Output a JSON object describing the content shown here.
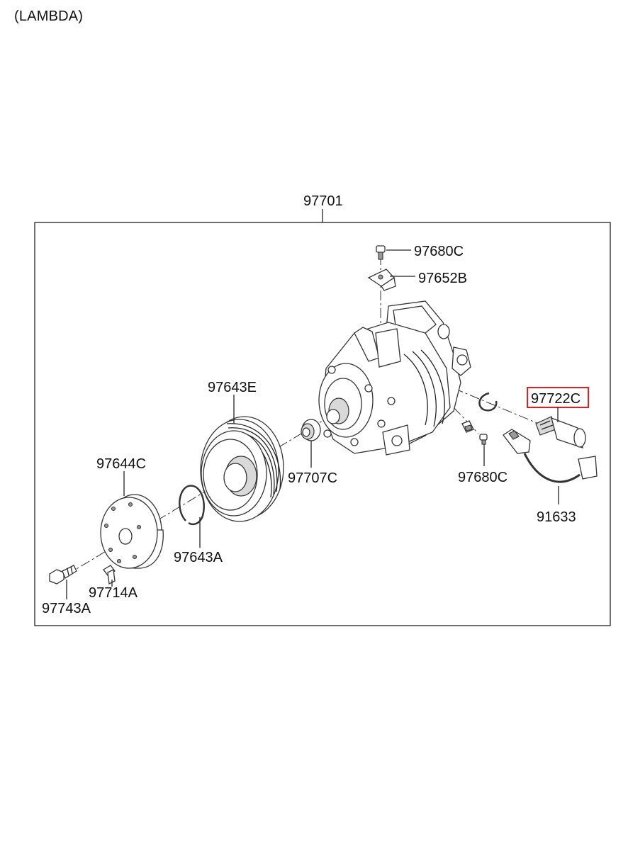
{
  "header": {
    "label": "(LAMBDA)"
  },
  "assembly": {
    "number": "97701"
  },
  "callouts": {
    "p97680C_top": "97680C",
    "p97652B": "97652B",
    "p97722C": "97722C",
    "p97643E": "97643E",
    "p97644C": "97644C",
    "p97707C": "97707C",
    "p97680C_bottom": "97680C",
    "p91633": "91633",
    "p97643A": "97643A",
    "p97714A": "97714A",
    "p97743A": "97743A"
  },
  "highlighted_part": "97722C",
  "colors": {
    "highlight": "#e02020",
    "line": "#222222"
  }
}
